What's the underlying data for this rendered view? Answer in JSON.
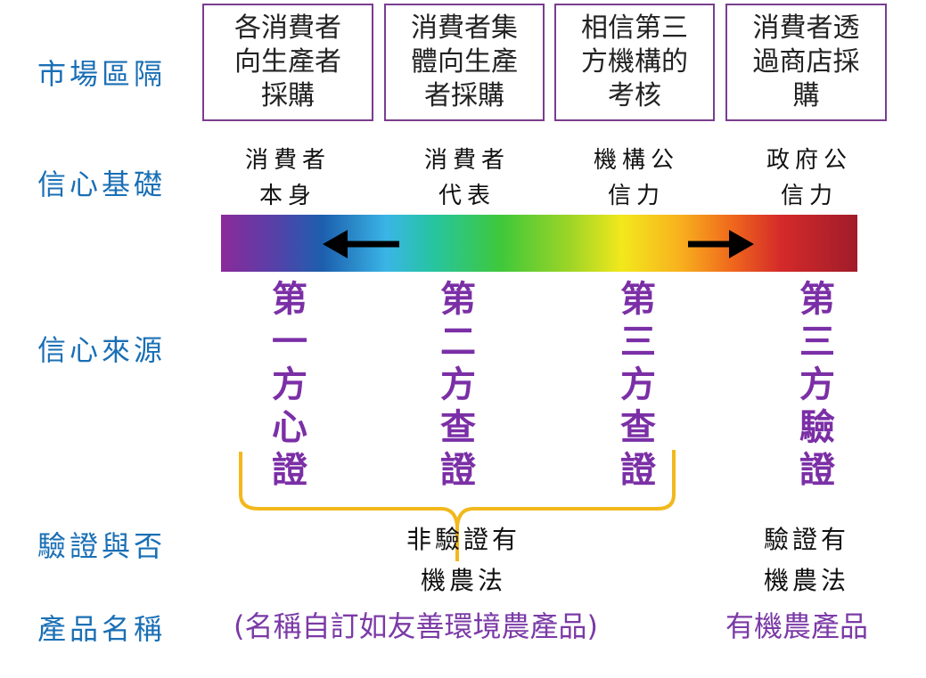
{
  "row_labels": {
    "market": "市場區隔",
    "basis": "信心基礎",
    "source": "信心來源",
    "verified": "驗證與否",
    "product": "產品名稱"
  },
  "market_boxes": [
    {
      "text": "各消費者\n向生產者\n採購"
    },
    {
      "text": "消費者集\n體向生產\n者採購"
    },
    {
      "text": "相信第三\n方機構的\n考核"
    },
    {
      "text": "消費者透\n過商店採\n購"
    }
  ],
  "basis": [
    {
      "text": "消費者\n本身"
    },
    {
      "text": "消費者\n代表"
    },
    {
      "text": "機構公\n信力"
    },
    {
      "text": "政府公\n信力"
    }
  ],
  "sources": [
    {
      "chars": [
        "第",
        "一",
        "方",
        "心",
        "證"
      ]
    },
    {
      "chars": [
        "第",
        "二",
        "方",
        "查",
        "證"
      ]
    },
    {
      "chars": [
        "第",
        "三",
        "方",
        "查",
        "證"
      ]
    },
    {
      "chars": [
        "第",
        "三",
        "方",
        "驗",
        "證"
      ]
    }
  ],
  "verification": {
    "non_verified": "非驗證有\n機農法",
    "verified": "驗證有\n機農法"
  },
  "products": {
    "non_verified": "(名稱自訂如友善環境農產品)",
    "verified": "有機農產品"
  },
  "colors": {
    "row_label": "#1a6fb5",
    "box_border": "#7a3d8f",
    "source_text": "#7b2fa6",
    "brace": "#f2b81c",
    "arrow": "#000000"
  }
}
